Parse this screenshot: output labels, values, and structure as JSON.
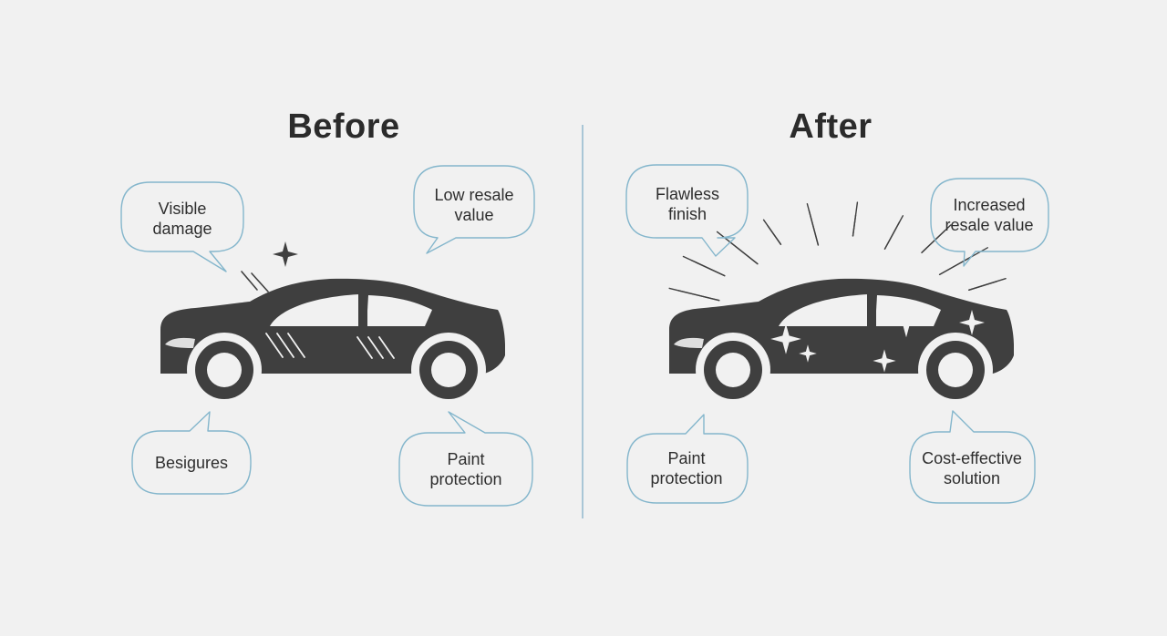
{
  "panels": {
    "before": {
      "title": "Before",
      "bubbles": {
        "top_left": [
          "Visible",
          "damage"
        ],
        "top_right": [
          "Low resale",
          "value"
        ],
        "bottom_left": [
          "Besigures"
        ],
        "bottom_right": [
          "Paint",
          "protection"
        ]
      }
    },
    "after": {
      "title": "After",
      "bubbles": {
        "top_left": [
          "Flawless",
          "finish"
        ],
        "top_right": [
          "Increased",
          "resale value"
        ],
        "bottom_left": [
          "Paint",
          "protection"
        ],
        "bottom_right": [
          "Cost-effective",
          "solution"
        ]
      }
    }
  },
  "colors": {
    "background": "#f1f1f1",
    "car": "#3f3f3f",
    "bubble_outline": "#84b6cc",
    "divider": "#a9c6d6",
    "text": "#2b2b2b"
  },
  "icons": [
    "car-icon",
    "sparkle-icon",
    "scratch-marks-icon",
    "shine-rays-icon"
  ]
}
